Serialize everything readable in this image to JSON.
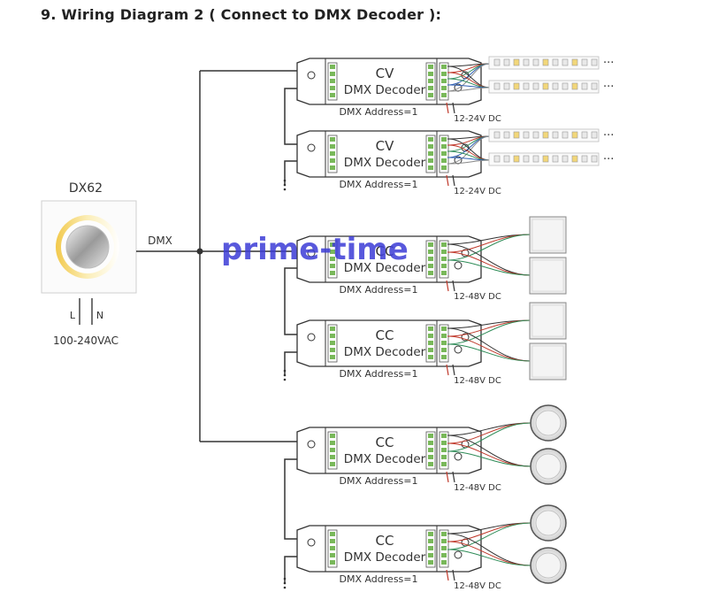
{
  "title": "9. Wiring Diagram 2 ( Connect to DMX Decoder ):",
  "controller": {
    "name": "DX62",
    "power_l": "L",
    "power_n": "N",
    "power_voltage": "100-240VAC",
    "bus_label": "DMX"
  },
  "decoders": [
    {
      "type": "CV",
      "model": "DMX Decoder",
      "address": "DMX Address=1",
      "supply": "12-24V DC",
      "load": "strip"
    },
    {
      "type": "CV",
      "model": "DMX Decoder",
      "address": "DMX Address=1",
      "supply": "12-24V DC",
      "load": "strip"
    },
    {
      "type": "CC",
      "model": "DMX Decoder",
      "address": "DMX Address=1",
      "supply": "12-48V DC",
      "load": "panel"
    },
    {
      "type": "CC",
      "model": "DMX Decoder",
      "address": "DMX Address=1",
      "supply": "12-48V DC",
      "load": "panel"
    },
    {
      "type": "CC",
      "model": "DMX Decoder",
      "address": "DMX Address=1",
      "supply": "12-48V DC",
      "load": "downlight"
    },
    {
      "type": "CC",
      "model": "DMX Decoder",
      "address": "DMX Address=1",
      "supply": "12-48V DC",
      "load": "downlight"
    }
  ],
  "strip_continuation": "···",
  "watermark": "prime-time"
}
